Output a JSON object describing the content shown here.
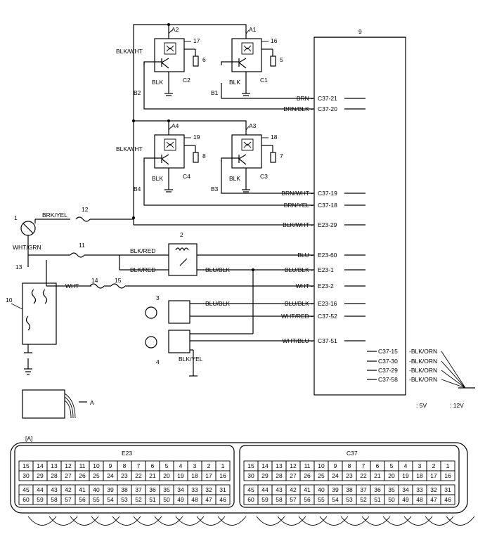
{
  "ecm_label": "9",
  "ref_label_A": "A",
  "legend": {
    "v5": ": 5V",
    "v12": ": 12V"
  },
  "coils": [
    {
      "top": "A2",
      "num": "17",
      "plug": "6",
      "ctrl": "C2",
      "bwire": "B2",
      "gnd": "BLK"
    },
    {
      "top": "A1",
      "num": "16",
      "plug": "5",
      "ctrl": "C1",
      "bwire": "B1",
      "gnd": "BLK"
    },
    {
      "top": "A4",
      "num": "19",
      "plug": "8",
      "ctrl": "C4",
      "bwire": "B4",
      "gnd": "BLK"
    },
    {
      "top": "A3",
      "num": "18",
      "plug": "7",
      "ctrl": "C3",
      "bwire": "B3",
      "gnd": "BLK"
    }
  ],
  "wires": {
    "blk_wht_1": "BLK/WHT",
    "blk_wht_2": "BLK/WHT",
    "brk_yel": "BRK/YEL",
    "wht_grn": "WHT/GRN",
    "blk_red_1": "BLK/RED",
    "blk_red_2": "BLK/RED",
    "blu_blk_1": "BLU/BLK",
    "blu_blk_2": "BLU/BLK",
    "wht": "WHT",
    "blk_yel": "BLK/YEL"
  },
  "ecm_pins": [
    {
      "wire": "BRN",
      "term": "C37-21"
    },
    {
      "wire": "BRN/BLK",
      "term": "C37-20"
    },
    {
      "wire": "BRN/WHT",
      "term": "C37-19"
    },
    {
      "wire": "BRN/YEL",
      "term": "C37-18"
    },
    {
      "wire": "BLK/WHT",
      "term": "E23-29"
    },
    {
      "wire": "BLU",
      "term": "E23-60"
    },
    {
      "wire": "BLU/BLK",
      "term": "E23-1"
    },
    {
      "wire": "WHT",
      "term": "E23-2"
    },
    {
      "wire": "BLU/BLK",
      "term": "E23-16"
    },
    {
      "wire": "WHT/RED",
      "term": "C37-52"
    },
    {
      "wire": "WHT/BLU",
      "term": "C37-51"
    }
  ],
  "ground_pins": [
    {
      "term": "C37-15",
      "wire": "BLK/ORN"
    },
    {
      "term": "C37-30",
      "wire": "BLK/ORN"
    },
    {
      "term": "C37-29",
      "wire": "BLK/ORN"
    },
    {
      "term": "C37-58",
      "wire": "BLK/ORN"
    }
  ],
  "components": {
    "c1": "1",
    "c2": "2",
    "c3": "3",
    "c4": "4",
    "c10": "10",
    "f11": "11",
    "f12": "12",
    "c13": "13",
    "f14": "14",
    "f15": "15"
  },
  "connector_title": "[A]",
  "connectors": [
    {
      "name": "E23",
      "rows": [
        [
          "15",
          "14",
          "13",
          "12",
          "11",
          "10",
          "9",
          "8",
          "7",
          "6",
          "5",
          "4",
          "3",
          "2",
          "1"
        ],
        [
          "30",
          "29",
          "28",
          "27",
          "26",
          "25",
          "24",
          "23",
          "22",
          "21",
          "20",
          "19",
          "18",
          "17",
          "16"
        ],
        [
          "45",
          "44",
          "43",
          "42",
          "41",
          "40",
          "39",
          "38",
          "37",
          "36",
          "35",
          "34",
          "33",
          "32",
          "31"
        ],
        [
          "60",
          "59",
          "58",
          "57",
          "56",
          "55",
          "54",
          "53",
          "52",
          "51",
          "50",
          "49",
          "48",
          "47",
          "46"
        ]
      ]
    },
    {
      "name": "C37",
      "rows": [
        [
          "15",
          "14",
          "13",
          "12",
          "11",
          "10",
          "9",
          "8",
          "7",
          "6",
          "5",
          "4",
          "3",
          "2",
          "1"
        ],
        [
          "30",
          "29",
          "28",
          "27",
          "26",
          "25",
          "24",
          "23",
          "22",
          "21",
          "20",
          "19",
          "18",
          "17",
          "16"
        ],
        [
          "45",
          "44",
          "43",
          "42",
          "41",
          "40",
          "39",
          "38",
          "37",
          "36",
          "35",
          "34",
          "33",
          "32",
          "31"
        ],
        [
          "60",
          "59",
          "58",
          "57",
          "56",
          "55",
          "54",
          "53",
          "52",
          "51",
          "50",
          "49",
          "48",
          "47",
          "46"
        ]
      ]
    }
  ]
}
